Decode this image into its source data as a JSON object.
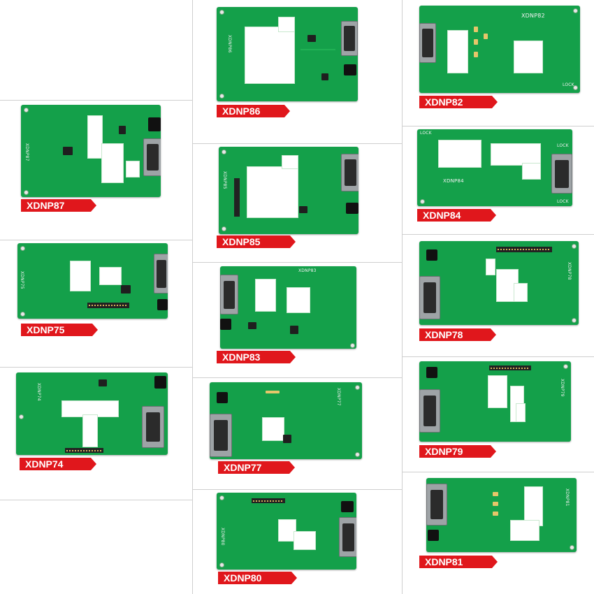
{
  "grid": {
    "colors": {
      "divider": "#cfcfcf",
      "label_bg": "#e0171c",
      "label_text": "#ffffff",
      "pcb": "#14a04a"
    }
  },
  "boards": [
    {
      "id": "xdnp86",
      "label": "XDNP86",
      "board_text": "XDNP86"
    },
    {
      "id": "xdnp82",
      "label": "XDNP82",
      "board_text": "XDNP82"
    },
    {
      "id": "xdnp87",
      "label": "XDNP87",
      "board_text": "XDNP87"
    },
    {
      "id": "xdnp85",
      "label": "XDNP85",
      "board_text": "XDNP85"
    },
    {
      "id": "xdnp84",
      "label": "XDNP84",
      "board_text": "XDNP84"
    },
    {
      "id": "xdnp75",
      "label": "XDNP75",
      "board_text": "XDNP75"
    },
    {
      "id": "xdnp83",
      "label": "XDNP83",
      "board_text": "XDNP83"
    },
    {
      "id": "xdnp78",
      "label": "XDNP78",
      "board_text": "XDNP78"
    },
    {
      "id": "xdnp74",
      "label": "XDNP74",
      "board_text": "XDNP74"
    },
    {
      "id": "xdnp77",
      "label": "XDNP77",
      "board_text": "XDNP77"
    },
    {
      "id": "xdnp79",
      "label": "XDNP79",
      "board_text": "XDNP79"
    },
    {
      "id": "xdnp80",
      "label": "XDNP80",
      "board_text": "XDNP80"
    },
    {
      "id": "xdnp81",
      "label": "XDNP81",
      "board_text": "XDNP81"
    }
  ],
  "silk": {
    "lock": "LOCK"
  }
}
